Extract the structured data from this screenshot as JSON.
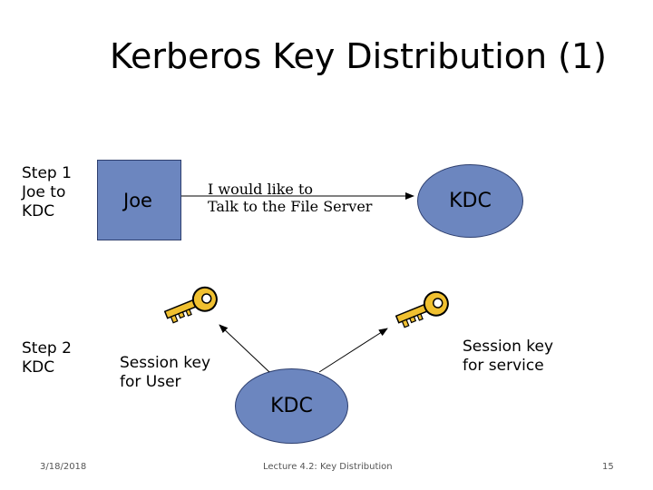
{
  "slide": {
    "title": "Kerberos Key Distribution (1)",
    "step1": {
      "line1": "Step 1",
      "line2": "Joe to",
      "line3": "KDC"
    },
    "step2": {
      "line1": "Step 2",
      "line2": "KDC"
    },
    "user_box": "Joe",
    "request": {
      "line1": "I would like to",
      "line2": "Talk to the File Server"
    },
    "kdc_top": "KDC",
    "kdc_bottom": "KDC",
    "user_key": {
      "line1": "Session key",
      "line2": "for User"
    },
    "service_key": {
      "line1": "Session key",
      "line2": "for service"
    },
    "footer": {
      "date": "3/18/2018",
      "center": "Lecture 4.2: Key Distribution",
      "page": "15"
    }
  },
  "colors": {
    "node_fill": "#6c86bf",
    "node_border": "#2e3f6e",
    "key_fill": "#f0c030"
  },
  "icons": [
    "key-icon",
    "key-icon"
  ]
}
